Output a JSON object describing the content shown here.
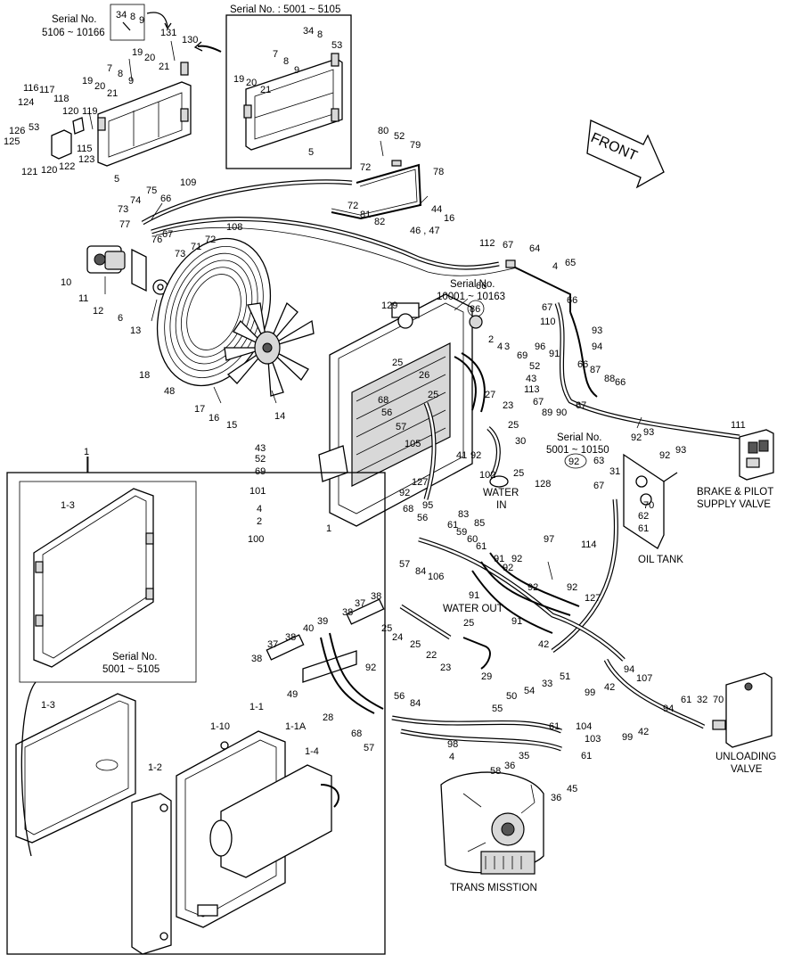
{
  "serials": {
    "s1": "Serial No.",
    "s1_range": "5106 ~ 10166",
    "s2": "Serial No. : 5001 ~ 5105",
    "s3": "Serial No.",
    "s3_range": "10001 ~ 10163",
    "s4": "Serial No.",
    "s4_range": "5001 ~ 10150",
    "s5": "Serial No.",
    "s5_range": "5001 ~ 5105"
  },
  "captions": {
    "front": "FRONT",
    "brake1": "BRAKE & PILOT",
    "brake2": "SUPPLY VALVE",
    "oil_tank": "OIL TANK",
    "water_in1": "WATER",
    "water_in2": "IN",
    "water_out": "WATER OUT",
    "unloading1": "UNLOADING",
    "unloading2": "VALVE",
    "trans": "TRANS MISSTION"
  },
  "callouts": [
    {
      "id": "c34a",
      "t": "34"
    },
    {
      "id": "c8a",
      "t": "8"
    },
    {
      "id": "c9a",
      "t": "9"
    },
    {
      "id": "c131",
      "t": "131"
    },
    {
      "id": "c130",
      "t": "130"
    },
    {
      "id": "c19a",
      "t": "19"
    },
    {
      "id": "c20a",
      "t": "20"
    },
    {
      "id": "c21a",
      "t": "21"
    },
    {
      "id": "c7a",
      "t": "7"
    },
    {
      "id": "c8b",
      "t": "8"
    },
    {
      "id": "c9b",
      "t": "9"
    },
    {
      "id": "c19b",
      "t": "19"
    },
    {
      "id": "c20b",
      "t": "20"
    },
    {
      "id": "c21b",
      "t": "21"
    },
    {
      "id": "c116",
      "t": "116"
    },
    {
      "id": "c117",
      "t": "117"
    },
    {
      "id": "c118",
      "t": "118"
    },
    {
      "id": "c124",
      "t": "124"
    },
    {
      "id": "c120a",
      "t": "120"
    },
    {
      "id": "c119",
      "t": "119"
    },
    {
      "id": "c53a",
      "t": "53"
    },
    {
      "id": "c126",
      "t": "126"
    },
    {
      "id": "c125",
      "t": "125"
    },
    {
      "id": "c115",
      "t": "115"
    },
    {
      "id": "c123",
      "t": "123"
    },
    {
      "id": "c121",
      "t": "121"
    },
    {
      "id": "c120b",
      "t": "120"
    },
    {
      "id": "c122",
      "t": "122"
    },
    {
      "id": "c5a",
      "t": "5"
    },
    {
      "id": "c34b",
      "t": "34"
    },
    {
      "id": "c8c",
      "t": "8"
    },
    {
      "id": "c53b",
      "t": "53"
    },
    {
      "id": "c7b",
      "t": "7"
    },
    {
      "id": "c8d",
      "t": "8"
    },
    {
      "id": "c9c",
      "t": "9"
    },
    {
      "id": "c19c",
      "t": "19"
    },
    {
      "id": "c20c",
      "t": "20"
    },
    {
      "id": "c21c",
      "t": "21"
    },
    {
      "id": "c5b",
      "t": "5"
    },
    {
      "id": "c80",
      "t": "80"
    },
    {
      "id": "c52a",
      "t": "52"
    },
    {
      "id": "c79",
      "t": "79"
    },
    {
      "id": "c72a",
      "t": "72"
    },
    {
      "id": "c78",
      "t": "78"
    },
    {
      "id": "c44",
      "t": "44"
    },
    {
      "id": "c16a",
      "t": "16"
    },
    {
      "id": "c72b",
      "t": "72"
    },
    {
      "id": "c81",
      "t": "81"
    },
    {
      "id": "c82",
      "t": "82"
    },
    {
      "id": "c4647",
      "t": "46 , 47"
    },
    {
      "id": "c109",
      "t": "109"
    },
    {
      "id": "c75",
      "t": "75"
    },
    {
      "id": "c74",
      "t": "74"
    },
    {
      "id": "c66a",
      "t": "66"
    },
    {
      "id": "c73a",
      "t": "73"
    },
    {
      "id": "c77",
      "t": "77"
    },
    {
      "id": "c76",
      "t": "76"
    },
    {
      "id": "c67a",
      "t": "67"
    },
    {
      "id": "c108",
      "t": "108"
    },
    {
      "id": "c73b",
      "t": "73"
    },
    {
      "id": "c71",
      "t": "71"
    },
    {
      "id": "c72c",
      "t": "72"
    },
    {
      "id": "c10",
      "t": "10"
    },
    {
      "id": "c11",
      "t": "11"
    },
    {
      "id": "c12",
      "t": "12"
    },
    {
      "id": "c6",
      "t": "6"
    },
    {
      "id": "c13",
      "t": "13"
    },
    {
      "id": "c18",
      "t": "18"
    },
    {
      "id": "c48",
      "t": "48"
    },
    {
      "id": "c17",
      "t": "17"
    },
    {
      "id": "c16b",
      "t": "16"
    },
    {
      "id": "c15",
      "t": "15"
    },
    {
      "id": "c14",
      "t": "14"
    },
    {
      "id": "c112",
      "t": "112"
    },
    {
      "id": "c67b",
      "t": "67"
    },
    {
      "id": "c64",
      "t": "64"
    },
    {
      "id": "c4a",
      "t": "4"
    },
    {
      "id": "c65",
      "t": "65"
    },
    {
      "id": "c66b",
      "t": "66"
    },
    {
      "id": "c66c",
      "t": "66"
    },
    {
      "id": "c67c",
      "t": "67"
    },
    {
      "id": "c129",
      "t": "129"
    },
    {
      "id": "c86",
      "t": "86"
    },
    {
      "id": "c110",
      "t": "110"
    },
    {
      "id": "c93a",
      "t": "93"
    },
    {
      "id": "c94a",
      "t": "94"
    },
    {
      "id": "c96",
      "t": "96"
    },
    {
      "id": "c91a",
      "t": "91"
    },
    {
      "id": "c2a",
      "t": "2"
    },
    {
      "id": "c4b",
      "t": "4"
    },
    {
      "id": "c3",
      "t": "3"
    },
    {
      "id": "c69a",
      "t": "69"
    },
    {
      "id": "c52b",
      "t": "52"
    },
    {
      "id": "c43a",
      "t": "43"
    },
    {
      "id": "c25a",
      "t": "25"
    },
    {
      "id": "c26",
      "t": "26"
    },
    {
      "id": "c25b",
      "t": "25"
    },
    {
      "id": "c27",
      "t": "27"
    },
    {
      "id": "c23a",
      "t": "23"
    },
    {
      "id": "c66d",
      "t": "66"
    },
    {
      "id": "c87",
      "t": "87"
    },
    {
      "id": "c88",
      "t": "88"
    },
    {
      "id": "c66e",
      "t": "66"
    },
    {
      "id": "c113",
      "t": "113"
    },
    {
      "id": "c67d",
      "t": "67"
    },
    {
      "id": "c89",
      "t": "89"
    },
    {
      "id": "c90",
      "t": "90"
    },
    {
      "id": "c67e",
      "t": "67"
    },
    {
      "id": "c68a",
      "t": "68"
    },
    {
      "id": "c56a",
      "t": "56"
    },
    {
      "id": "c57a",
      "t": "57"
    },
    {
      "id": "c25c",
      "t": "25"
    },
    {
      "id": "c30",
      "t": "30"
    },
    {
      "id": "c105",
      "t": "105"
    },
    {
      "id": "c92a",
      "t": "92"
    },
    {
      "id": "c93b",
      "t": "93"
    },
    {
      "id": "c111",
      "t": "111"
    },
    {
      "id": "c92b",
      "t": "92"
    },
    {
      "id": "c93c",
      "t": "93"
    },
    {
      "id": "c43b",
      "t": "43"
    },
    {
      "id": "c52c",
      "t": "52"
    },
    {
      "id": "c69b",
      "t": "69"
    },
    {
      "id": "c41",
      "t": "41"
    },
    {
      "id": "c92c",
      "t": "92"
    },
    {
      "id": "c102",
      "t": "102"
    },
    {
      "id": "c25d",
      "t": "25"
    },
    {
      "id": "c92d",
      "t": "92"
    },
    {
      "id": "c63",
      "t": "63"
    },
    {
      "id": "c67f",
      "t": "67"
    },
    {
      "id": "c31",
      "t": "31"
    },
    {
      "id": "c70a",
      "t": "70"
    },
    {
      "id": "c62",
      "t": "62"
    },
    {
      "id": "c61a",
      "t": "61"
    },
    {
      "id": "c128",
      "t": "128"
    },
    {
      "id": "c101",
      "t": "101"
    },
    {
      "id": "c4c",
      "t": "4"
    },
    {
      "id": "c2b",
      "t": "2"
    },
    {
      "id": "c100",
      "t": "100"
    },
    {
      "id": "c1a",
      "t": "1"
    },
    {
      "id": "c127a",
      "t": "127"
    },
    {
      "id": "c92e",
      "t": "92"
    },
    {
      "id": "c95",
      "t": "95"
    },
    {
      "id": "c83",
      "t": "83"
    },
    {
      "id": "c85",
      "t": "85"
    },
    {
      "id": "c68b",
      "t": "68"
    },
    {
      "id": "c56b",
      "t": "56"
    },
    {
      "id": "c61b",
      "t": "61"
    },
    {
      "id": "c59",
      "t": "59"
    },
    {
      "id": "c60",
      "t": "60"
    },
    {
      "id": "c97",
      "t": "97"
    },
    {
      "id": "c114",
      "t": "114"
    },
    {
      "id": "c57b",
      "t": "57"
    },
    {
      "id": "c84a",
      "t": "84"
    },
    {
      "id": "c106",
      "t": "106"
    },
    {
      "id": "c61c",
      "t": "61"
    },
    {
      "id": "c91b",
      "t": "91"
    },
    {
      "id": "c92f",
      "t": "92"
    },
    {
      "id": "c92g",
      "t": "92"
    },
    {
      "id": "c91c",
      "t": "91"
    },
    {
      "id": "c92h",
      "t": "92"
    },
    {
      "id": "c92i",
      "t": "92"
    },
    {
      "id": "c127b",
      "t": "127"
    },
    {
      "id": "c91d",
      "t": "91"
    },
    {
      "id": "c42a",
      "t": "42"
    },
    {
      "id": "c1b",
      "t": "1"
    },
    {
      "id": "c13b",
      "t": "1-3"
    },
    {
      "id": "c13c",
      "t": "1-3"
    },
    {
      "id": "c38a",
      "t": "38"
    },
    {
      "id": "c37a",
      "t": "37"
    },
    {
      "id": "c38b",
      "t": "38"
    },
    {
      "id": "c39",
      "t": "39"
    },
    {
      "id": "c40",
      "t": "40"
    },
    {
      "id": "c38c",
      "t": "38"
    },
    {
      "id": "c37b",
      "t": "37"
    },
    {
      "id": "c38d",
      "t": "38"
    },
    {
      "id": "c25e",
      "t": "25"
    },
    {
      "id": "c24",
      "t": "24"
    },
    {
      "id": "c25f",
      "t": "25"
    },
    {
      "id": "c22",
      "t": "22"
    },
    {
      "id": "c23b",
      "t": "23"
    },
    {
      "id": "c25g",
      "t": "25"
    },
    {
      "id": "c29",
      "t": "29"
    },
    {
      "id": "c49",
      "t": "49"
    },
    {
      "id": "c92j",
      "t": "92"
    },
    {
      "id": "c28",
      "t": "28"
    },
    {
      "id": "c68c",
      "t": "68"
    },
    {
      "id": "c57c",
      "t": "57"
    },
    {
      "id": "c56c",
      "t": "56"
    },
    {
      "id": "c84b",
      "t": "84"
    },
    {
      "id": "c110b",
      "t": "1-10"
    },
    {
      "id": "c11b",
      "t": "1-1"
    },
    {
      "id": "c11a",
      "t": "1-1A"
    },
    {
      "id": "c14b",
      "t": "1-4"
    },
    {
      "id": "c12b",
      "t": "1-2"
    },
    {
      "id": "c55",
      "t": "55"
    },
    {
      "id": "c50",
      "t": "50"
    },
    {
      "id": "c54",
      "t": "54"
    },
    {
      "id": "c33",
      "t": "33"
    },
    {
      "id": "c51",
      "t": "51"
    },
    {
      "id": "c61d",
      "t": "61"
    },
    {
      "id": "c104",
      "t": "104"
    },
    {
      "id": "c103",
      "t": "103"
    },
    {
      "id": "c98",
      "t": "98"
    },
    {
      "id": "c4d",
      "t": "4"
    },
    {
      "id": "c58",
      "t": "58"
    },
    {
      "id": "c36a",
      "t": "36"
    },
    {
      "id": "c35",
      "t": "35"
    },
    {
      "id": "c61e",
      "t": "61"
    },
    {
      "id": "c45",
      "t": "45"
    },
    {
      "id": "c36b",
      "t": "36"
    },
    {
      "id": "c99a",
      "t": "99"
    },
    {
      "id": "c42b",
      "t": "42"
    },
    {
      "id": "c94b",
      "t": "94"
    },
    {
      "id": "c107",
      "t": "107"
    },
    {
      "id": "c99b",
      "t": "99"
    },
    {
      "id": "c42c",
      "t": "42"
    },
    {
      "id": "c94c",
      "t": "94"
    },
    {
      "id": "c61f",
      "t": "61"
    },
    {
      "id": "c32",
      "t": "32"
    },
    {
      "id": "c70b",
      "t": "70"
    }
  ]
}
